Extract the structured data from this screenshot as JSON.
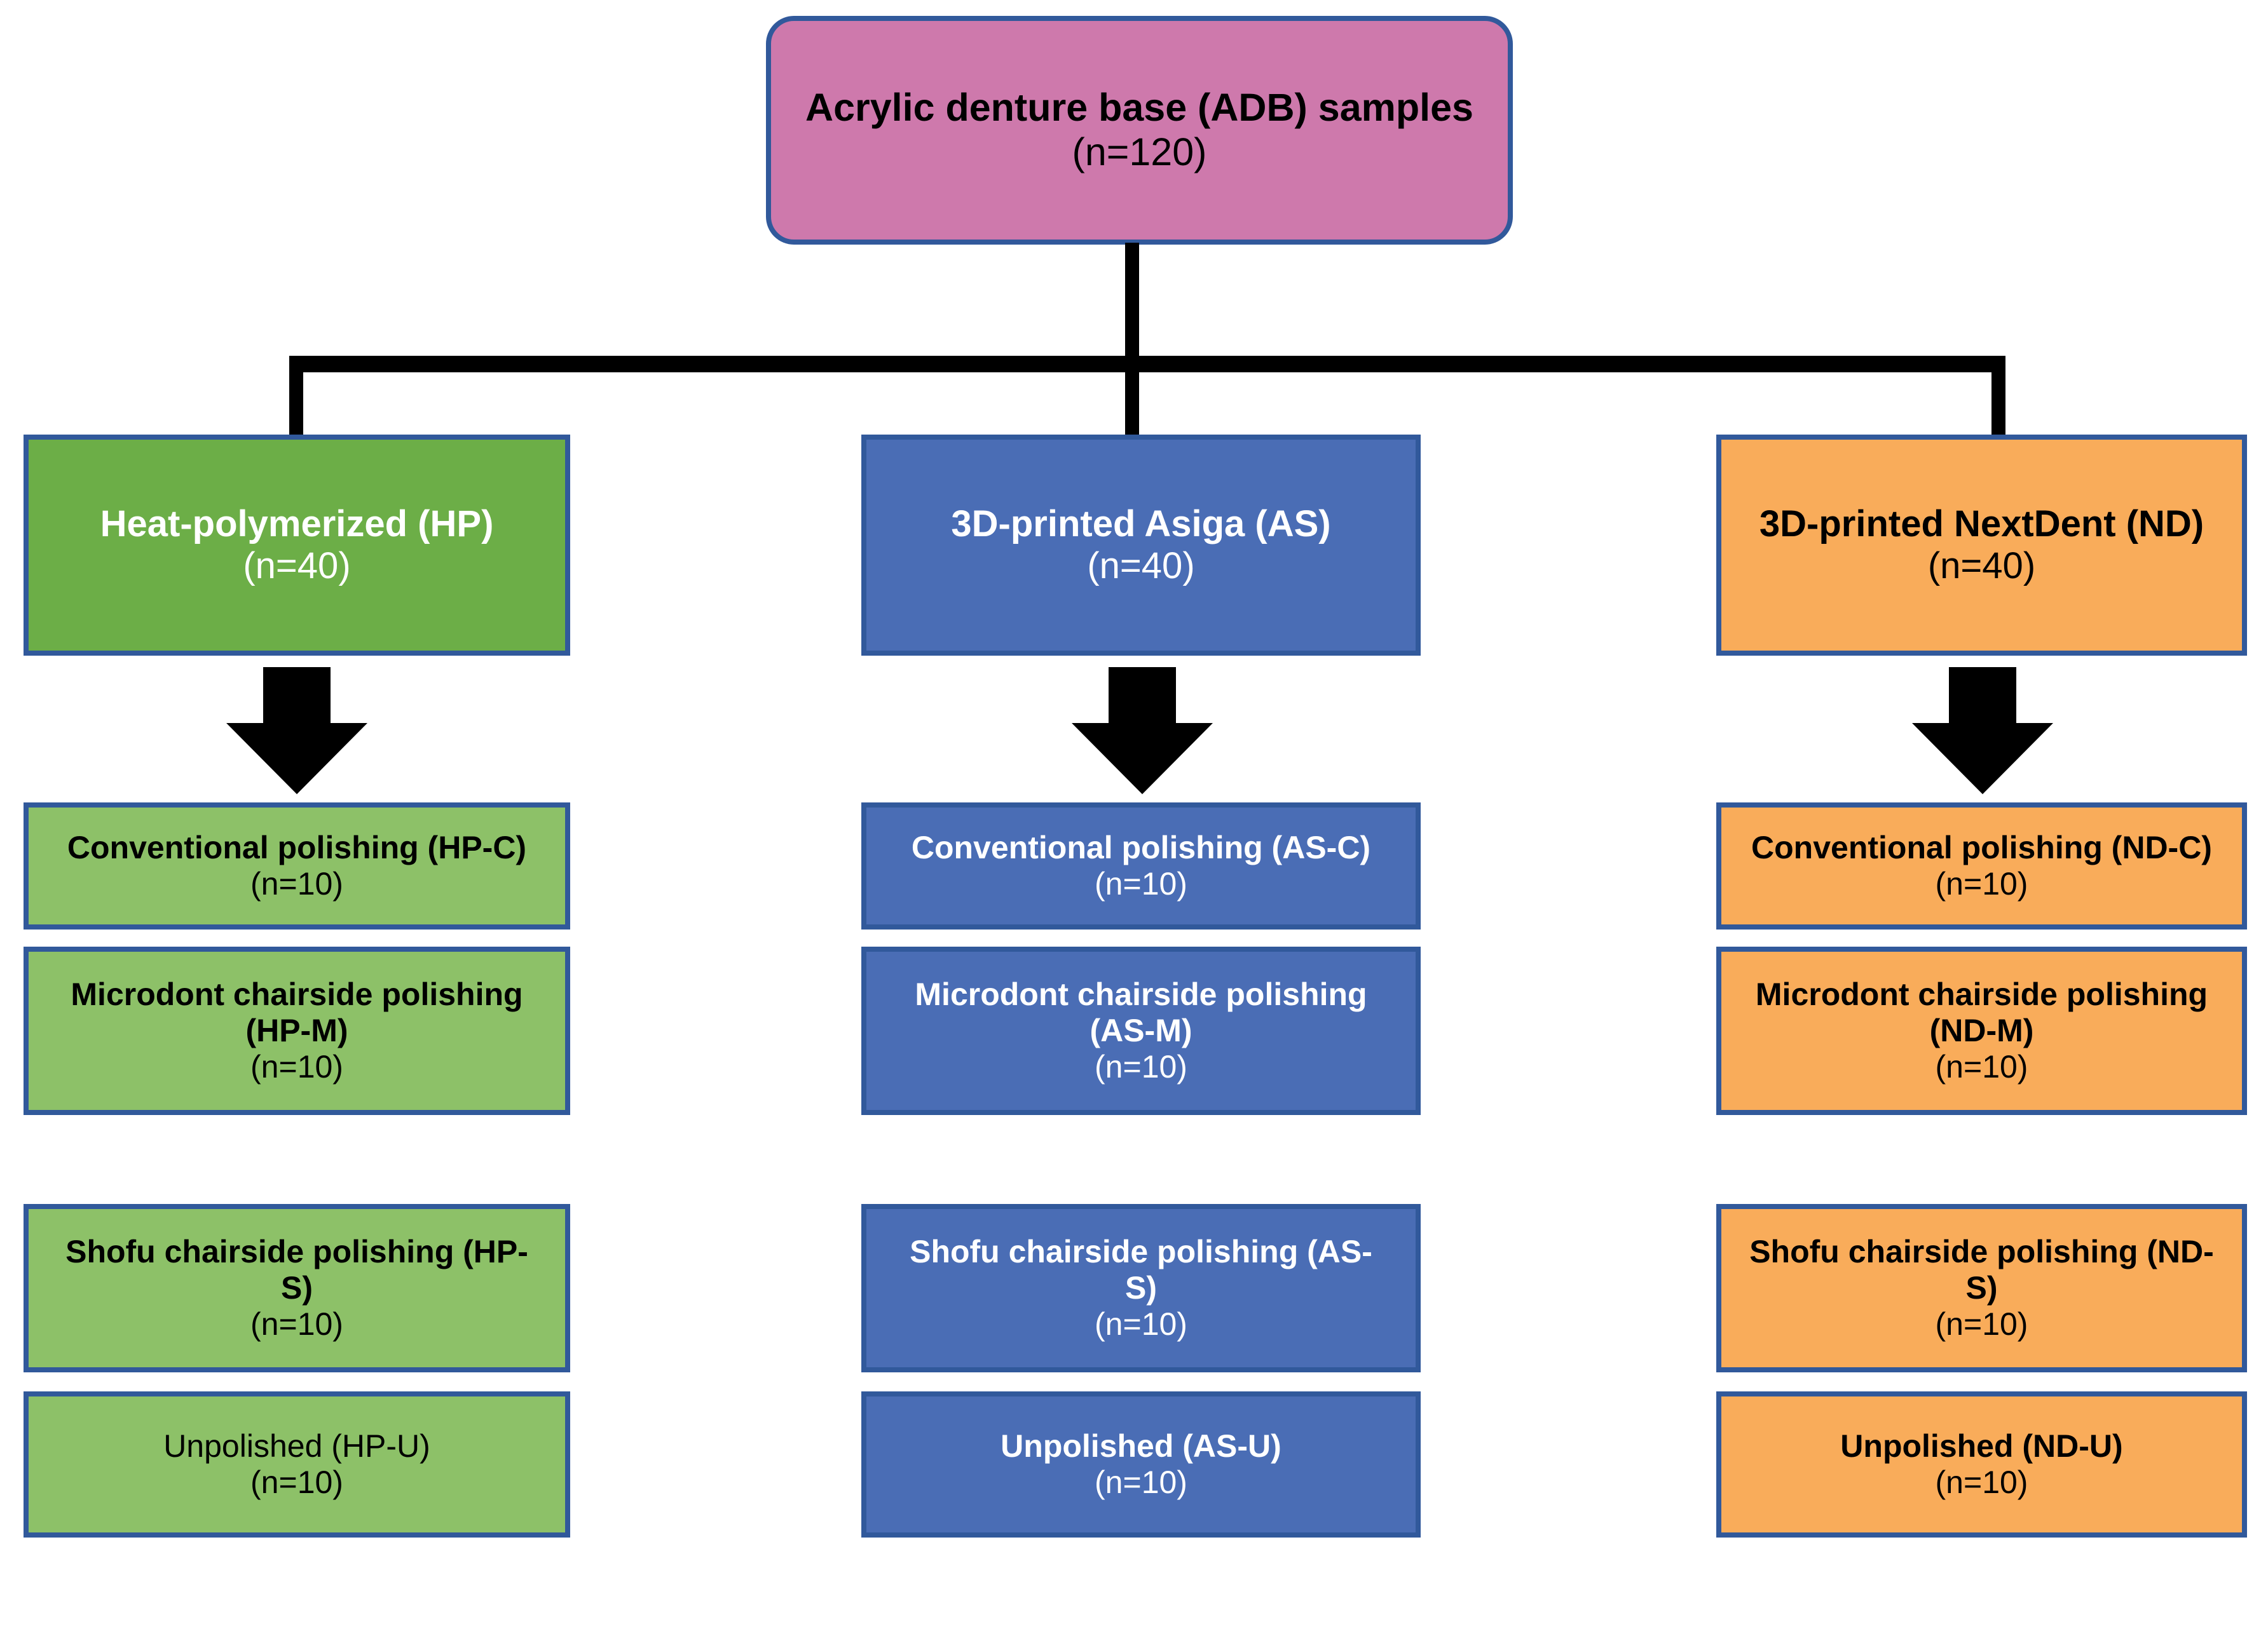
{
  "diagram": {
    "title": "Acrylic denture base sample grouping flowchart",
    "colors": {
      "root_fill": "#CE79AC",
      "border": "#31599B",
      "hp_fill": "#6CAE47",
      "hp_leaf_fill": "#8DC168",
      "as_fill": "#4A6DB5",
      "nd_fill": "#F9AC5A",
      "connector": "#000000",
      "white_text": "#FFFFFF",
      "black_text": "#000000"
    }
  },
  "root": {
    "title": "Acrylic denture base (ADB) samples",
    "count": "(n=120)"
  },
  "categories": [
    {
      "id": "HP",
      "title": "Heat-polymerized (HP)",
      "count": "(n=40)"
    },
    {
      "id": "AS",
      "title": "3D-printed Asiga (AS)",
      "count": "(n=40)"
    },
    {
      "id": "ND",
      "title": "3D-printed NextDent (ND)",
      "count": "(n=40)"
    }
  ],
  "arrows": [
    {
      "name": "down-arrow-hp"
    },
    {
      "name": "down-arrow-as"
    },
    {
      "name": "down-arrow-nd"
    }
  ],
  "leaves": {
    "hp": [
      {
        "title": "Conventional polishing (HP-C)",
        "count": "(n=10)"
      },
      {
        "title": "Microdont chairside polishing\n(HP-M)",
        "count": "(n=10)"
      },
      {
        "title": "Shofu chairside polishing (HP-\nS)",
        "count": "(n=10)"
      },
      {
        "title": "Unpolished (HP-U)",
        "count": "(n=10)"
      }
    ],
    "as": [
      {
        "title": "Conventional polishing (AS-C)",
        "count": "(n=10)"
      },
      {
        "title": "Microdont chairside polishing\n(AS-M)",
        "count": "(n=10)"
      },
      {
        "title": "Shofu chairside polishing (AS-\nS)",
        "count": "(n=10)"
      },
      {
        "title": "Unpolished (AS-U)",
        "count": "(n=10)"
      }
    ],
    "nd": [
      {
        "title": "Conventional polishing (ND-C)",
        "count": "(n=10)"
      },
      {
        "title": "Microdont chairside polishing\n(ND-M)",
        "count": "(n=10)"
      },
      {
        "title": "Shofu chairside polishing (ND-\nS)",
        "count": "(n=10)"
      },
      {
        "title": "Unpolished (ND-U)",
        "count": "(n=10)"
      }
    ]
  }
}
